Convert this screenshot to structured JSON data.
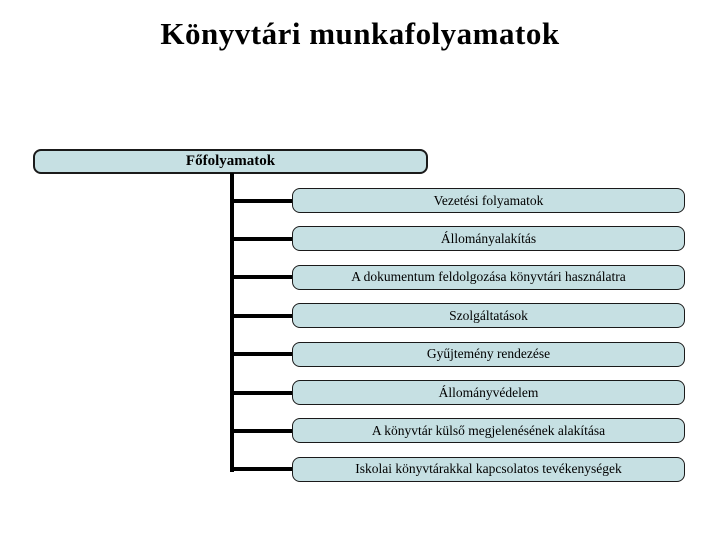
{
  "slide": {
    "title": "Könyvtári munkafolyamatok"
  },
  "diagram": {
    "root": {
      "label": "Főfolyamatok"
    },
    "children": [
      {
        "label": "Vezetési folyamatok"
      },
      {
        "label": "Állományalakítás"
      },
      {
        "label": "A dokumentum feldolgozása könyvtári használatra"
      },
      {
        "label": "Szolgáltatások"
      },
      {
        "label": "Gyűjtemény rendezése"
      },
      {
        "label": "Állományvédelem"
      },
      {
        "label": "A könyvtár külső megjelenésének alakítása"
      },
      {
        "label": "Iskolai könyvtárakkal kapcsolatos tevékenységek"
      }
    ],
    "colors": {
      "box_fill": "#c6e0e3",
      "box_border": "#1a1a1a",
      "connector": "#000000",
      "background": "#ffffff"
    }
  }
}
